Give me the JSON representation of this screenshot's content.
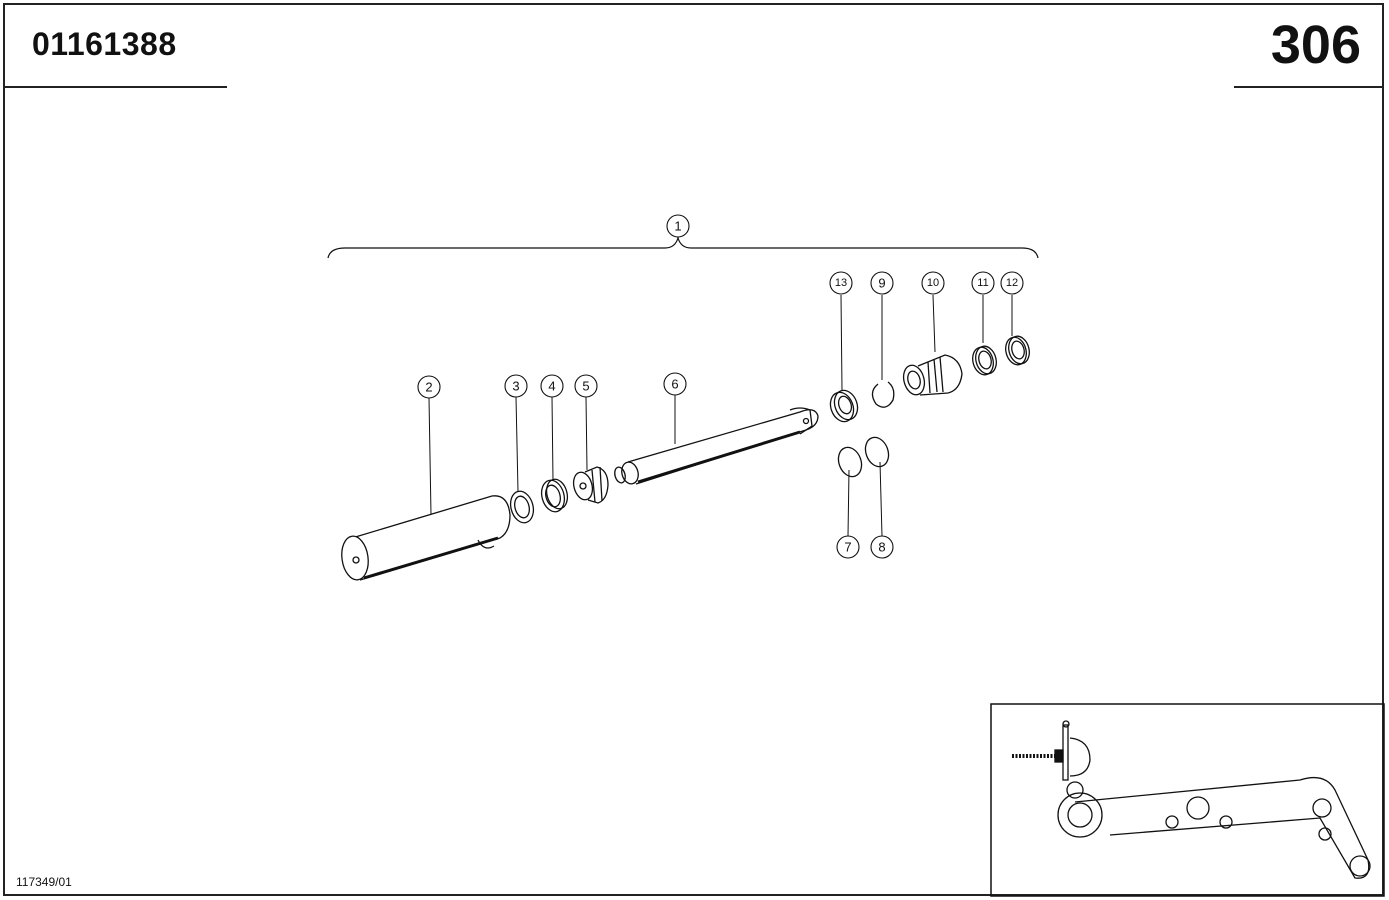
{
  "header": {
    "part_number": "01161388",
    "page_number": "306"
  },
  "footer": {
    "drawing_ref": "117349/01"
  },
  "callouts": [
    "1",
    "2",
    "3",
    "4",
    "5",
    "6",
    "7",
    "8",
    "9",
    "10",
    "11",
    "12",
    "13"
  ]
}
